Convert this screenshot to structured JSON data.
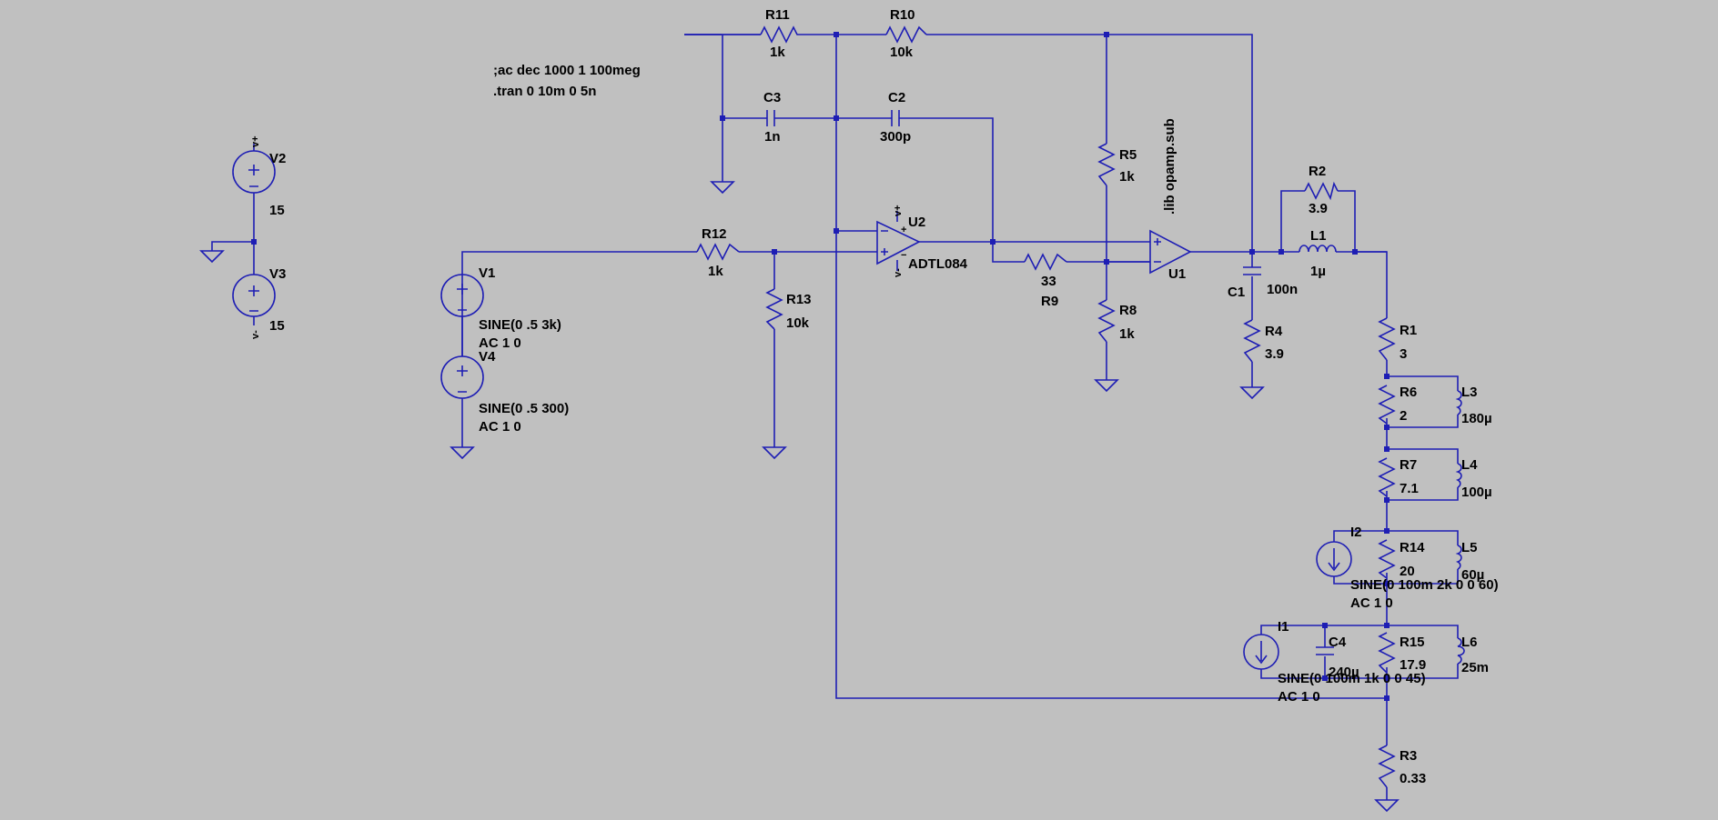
{
  "background": "#c0c0c0",
  "wire_color": "#1e1eb4",
  "directives": [
    ";ac dec 1000 1 100meg",
    ".tran 0 10m 0 5n",
    ".lib opamp.sub"
  ],
  "components": {
    "R11": {
      "name": "R11",
      "value": "1k"
    },
    "R10": {
      "name": "R10",
      "value": "10k"
    },
    "C3": {
      "name": "C3",
      "value": "1n"
    },
    "C2": {
      "name": "C2",
      "value": "300p"
    },
    "R5": {
      "name": "R5",
      "value": "1k"
    },
    "R8": {
      "name": "R8",
      "value": "1k"
    },
    "R9": {
      "name": "R9",
      "value": "33"
    },
    "R12": {
      "name": "R12",
      "value": "1k"
    },
    "R13": {
      "name": "R13",
      "value": "10k"
    },
    "U2": {
      "name": "U2",
      "value": "ADTL084"
    },
    "U1": {
      "name": "U1"
    },
    "C1": {
      "name": "C1",
      "value": "100n"
    },
    "R4": {
      "name": "R4",
      "value": "3.9"
    },
    "R2": {
      "name": "R2",
      "value": "3.9"
    },
    "L1": {
      "name": "L1",
      "value": "1µ"
    },
    "R1": {
      "name": "R1",
      "value": "3"
    },
    "R6": {
      "name": "R6",
      "value": "2"
    },
    "L3": {
      "name": "L3",
      "value": "180µ"
    },
    "R7": {
      "name": "R7",
      "value": "7.1"
    },
    "L4": {
      "name": "L4",
      "value": "100µ"
    },
    "I2": {
      "name": "I2",
      "value": "SINE(0 100m 2k 0 0 60)",
      "ac": "AC 1 0"
    },
    "R14": {
      "name": "R14",
      "value": "20"
    },
    "L5": {
      "name": "L5",
      "value": "60µ"
    },
    "I1": {
      "name": "I1",
      "value": "SINE(0 100m 1k 0 0 45)",
      "ac": "AC 1 0"
    },
    "C4": {
      "name": "C4",
      "value": "240µ"
    },
    "R15": {
      "name": "R15",
      "value": "17.9"
    },
    "L6": {
      "name": "L6",
      "value": "25m"
    },
    "R3": {
      "name": "R3",
      "value": "0.33"
    },
    "V1": {
      "name": "V1",
      "value": "SINE(0 .5 3k)",
      "ac": "AC 1 0"
    },
    "V4": {
      "name": "V4",
      "value": "SINE(0 .5 300)",
      "ac": "AC 1 0"
    },
    "V2": {
      "name": "V2",
      "value": "15"
    },
    "V3": {
      "name": "V3",
      "value": "15"
    }
  },
  "pins": {
    "vplus": "v+",
    "vminus": "v-",
    "plus": "+",
    "minus": "−"
  }
}
